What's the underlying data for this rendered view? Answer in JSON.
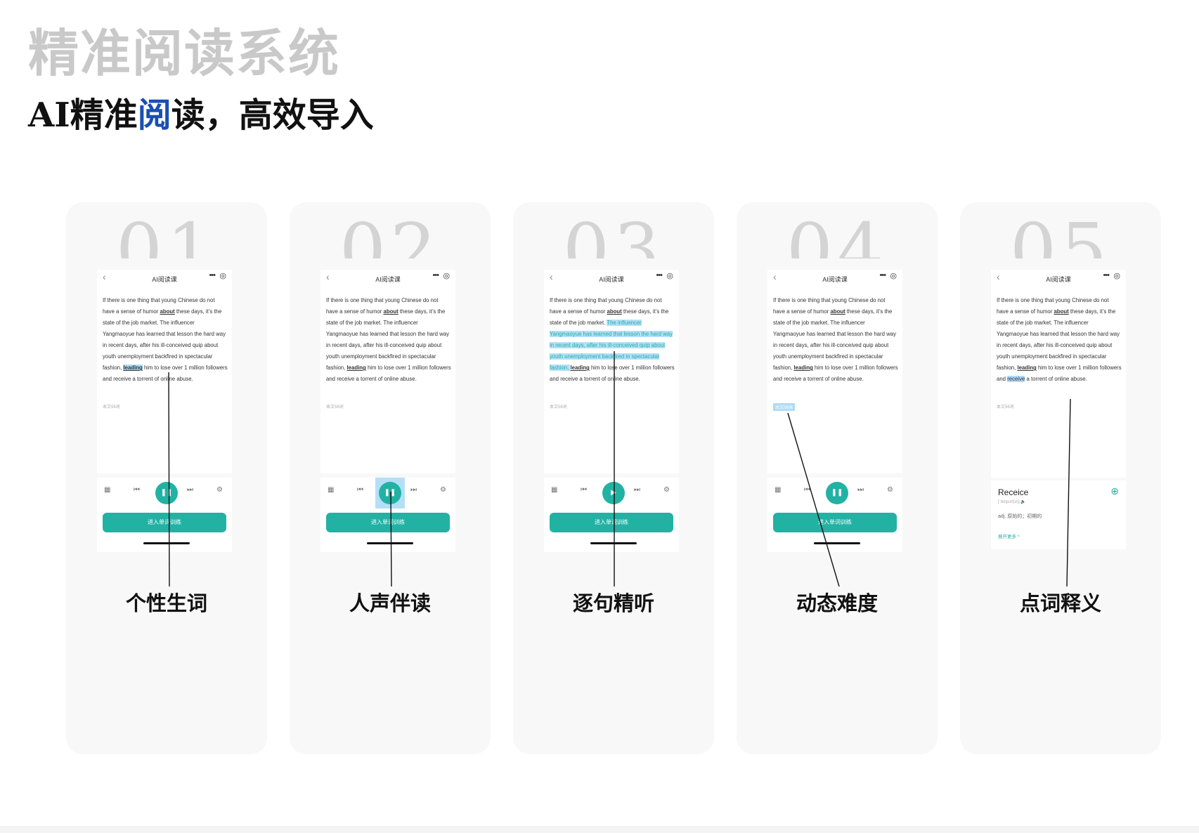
{
  "header": {
    "title": "精准阅读系统",
    "subtitle_prefix": "AI精准",
    "subtitle_highlight": "阅",
    "subtitle_suffix": "读，高效导入",
    "highlight_color": "#1a4fb3"
  },
  "phone": {
    "nav_title": "AI阅读课",
    "back_icon": "chevron-left-icon",
    "more_icon": "more-dots-icon",
    "target_icon": "target-icon",
    "passage": {
      "p1": "If there is one thing that young Chinese do not have a sense of humor ",
      "about": "about",
      "p2": " these days, it’s the state of the job market.",
      "p3": "The influencer Yangmaoyue has learned that lesson the hard way in recent days, after his ill-conceived quip about youth unemployment backfired in spectacular fashion, ",
      "leading": "leading",
      "p4a": " him to lose over 1 million followers and ",
      "receive": "receive",
      "p4b": " a torrent of online abuse."
    },
    "word_count": "本文56词",
    "train_button": "进入单词训练",
    "accent_color": "#22b2a4"
  },
  "player_icons": [
    "calendar-icon",
    "previous-icon",
    "pause-icon",
    "next-icon",
    "settings-icon"
  ],
  "dictionary": {
    "word": "Receice",
    "phonetic": "[ˈtenpɔrl(ə)]",
    "sound_icon": "speaker-icon",
    "definition": "adj. 原始的；初期的",
    "expand": "展开更多 ^",
    "add_icon": "plus-circle-icon"
  },
  "cards": [
    {
      "number": "01",
      "label": "个性生词"
    },
    {
      "number": "02",
      "label": "人声伴读"
    },
    {
      "number": "03",
      "label": "逐句精听"
    },
    {
      "number": "04",
      "label": "动态难度"
    },
    {
      "number": "05",
      "label": "点词释义"
    }
  ]
}
